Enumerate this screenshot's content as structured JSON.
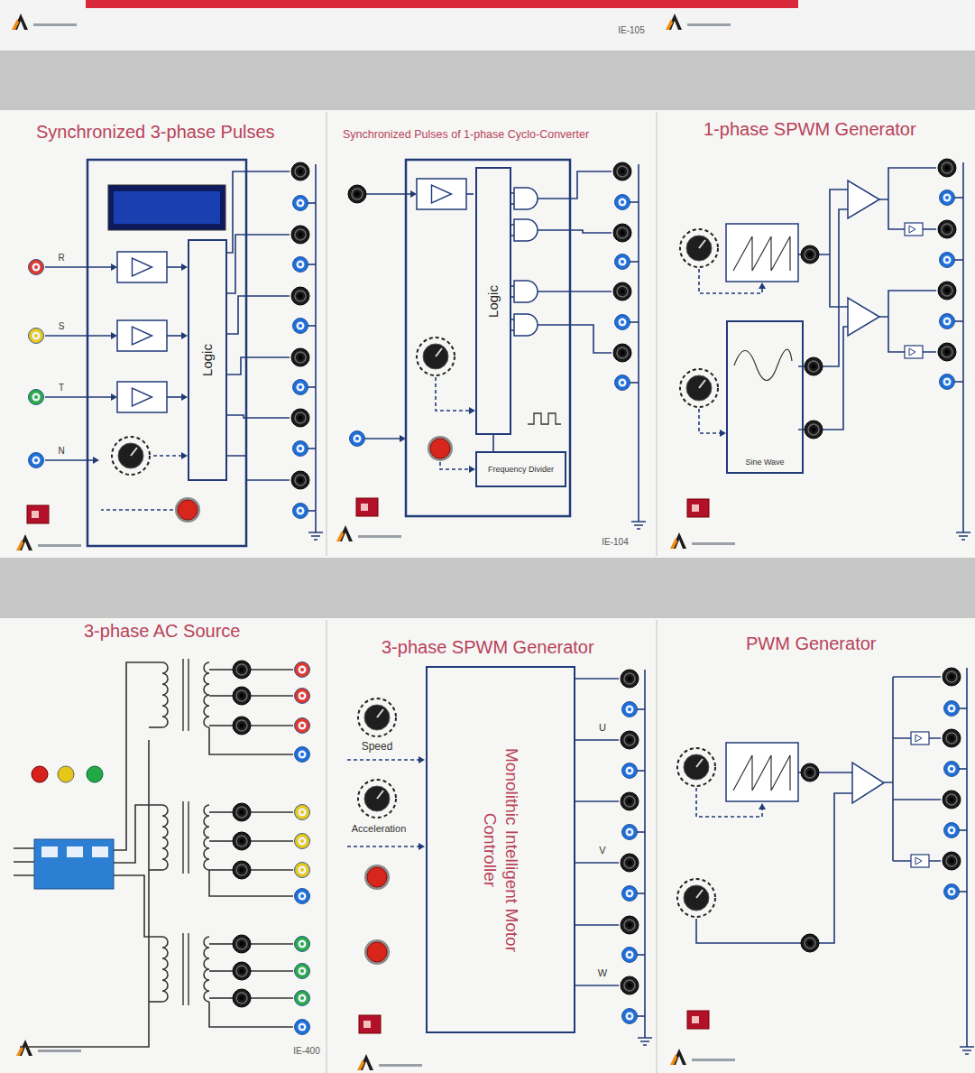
{
  "diagram": {
    "nodes": [
      {
        "text": [
          "Synchronized 3-phase Pulses"
        ]
      },
      {
        "text": [
          "Logic"
        ],
        "in": 0
      },
      {
        "text": [
          "Synchronized Pulses of 1-phase Cyclo-Converter"
        ]
      },
      {
        "text": [
          "Logic"
        ],
        "in": 2
      },
      {
        "text": [
          "Frequency Divider"
        ],
        "in": 2
      },
      {
        "text": [
          "1-phase SPWM Generator"
        ]
      },
      {
        "text": [
          "Sine Wave"
        ],
        "in": 5
      },
      {
        "text": [
          "3-phase AC Source"
        ]
      },
      {
        "text": [
          "3-phase SPWM Generator"
        ]
      },
      {
        "text": [
          "Monolithic Intelligent Motor Controller"
        ],
        "in": 8
      },
      {
        "text": [
          "PWM Generator"
        ]
      }
    ],
    "edges": [
      {
        "from": 4,
        "to": 3,
        "arrow": "none"
      }
    ],
    "labels": [
      "IE-105",
      "IE-104",
      "IE-400",
      "R",
      "S",
      "T",
      "N",
      "Speed",
      "Acceleration",
      "U",
      "V",
      "W"
    ]
  }
}
